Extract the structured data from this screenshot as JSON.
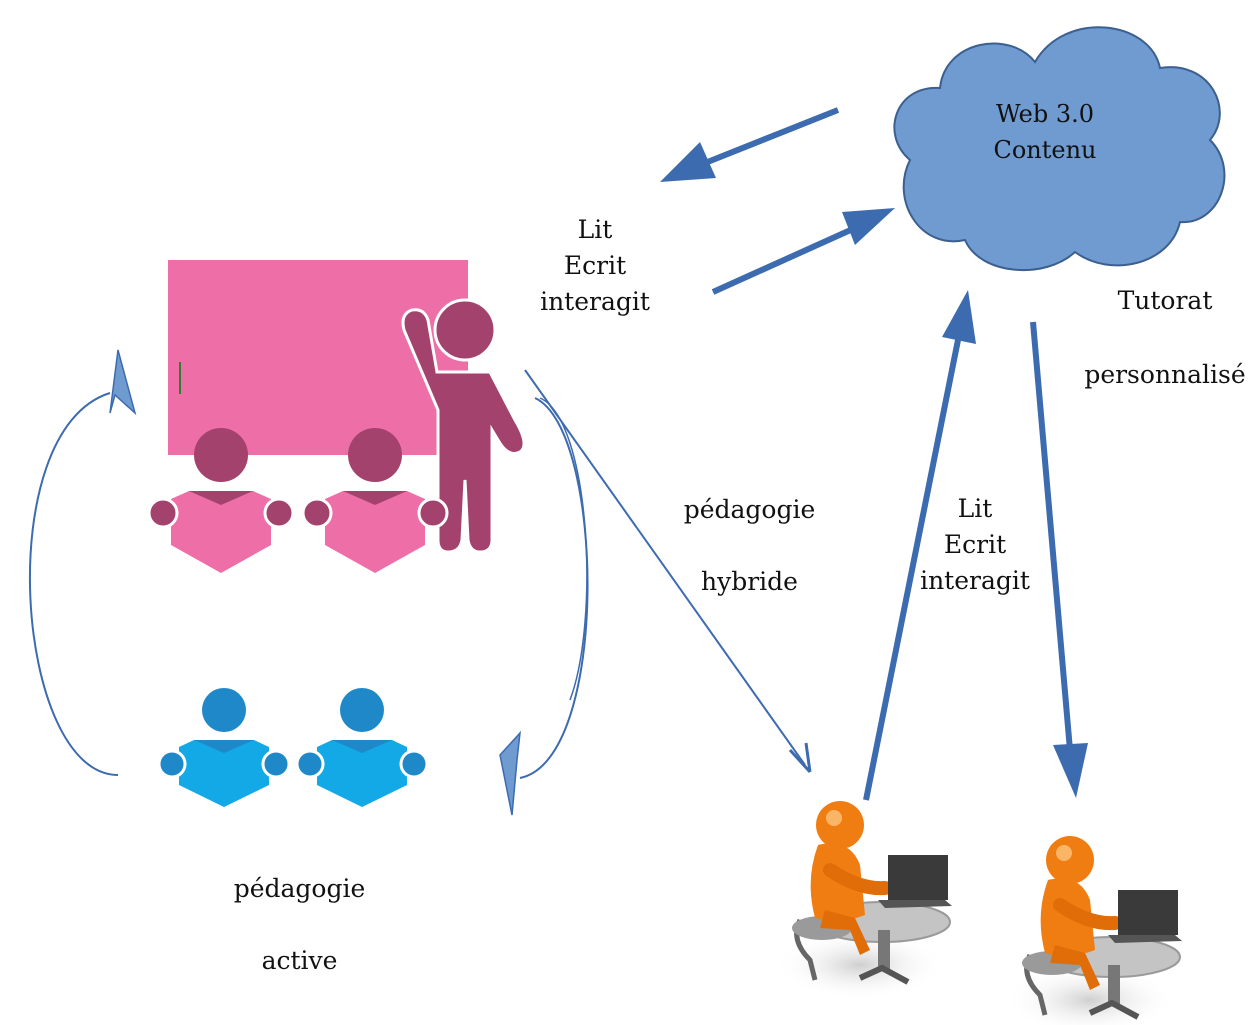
{
  "cloud": {
    "line1": "Web 3.0",
    "line2": "Contenu"
  },
  "top_exchange": {
    "line1": "Lit",
    "line2": "Ecrit",
    "line3": "interagit"
  },
  "right_exchange": {
    "line1": "Lit",
    "line2": "Ecrit",
    "line3": "interagit"
  },
  "tutorat": {
    "line1": "Tutorat",
    "line2": "personnalisé"
  },
  "hybride": {
    "line1": "pédagogie",
    "line2": "hybride"
  },
  "active": {
    "line1": "pédagogie",
    "line2": "active"
  },
  "colors": {
    "cloud_fill": "#6f9bd1",
    "cloud_stroke": "#3b5f8f",
    "arrow": "#3c6bb0",
    "board": "#ee6fa8",
    "teacher": "#a4426e",
    "pink_student_head": "#a4426e",
    "pink_book": "#ee6fa8",
    "blue_student_head": "#1e88c8",
    "blue_book": "#12a9e6",
    "learner": "#f07d12",
    "computer": "#3a3a3a",
    "desk": "#b9b9b9"
  },
  "icons": [
    "cloud-icon",
    "whiteboard-icon",
    "teacher-icon",
    "reading-student-icon",
    "computer-learner-icon"
  ]
}
